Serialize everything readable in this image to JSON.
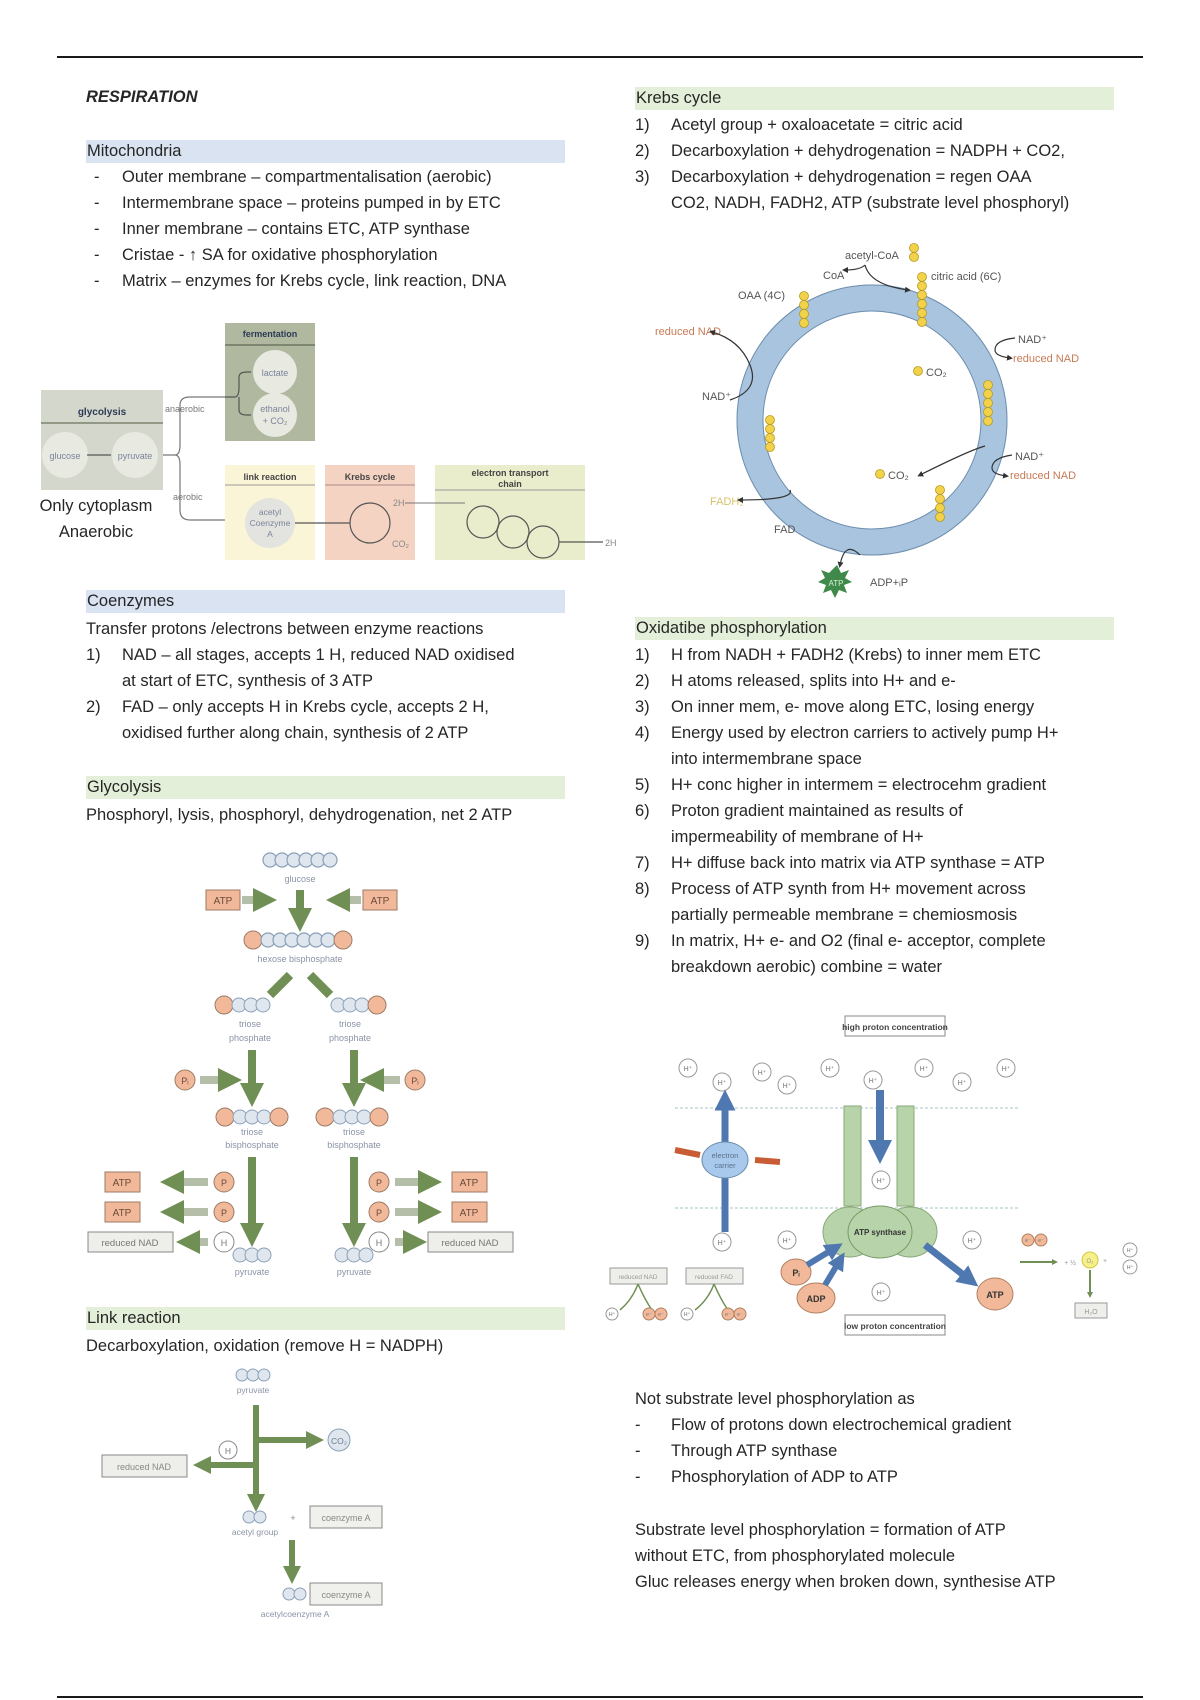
{
  "page": {
    "title": "RESPIRATION"
  },
  "mitochondria": {
    "heading": "Mitochondria",
    "items": [
      "Outer membrane – compartmentalisation (aerobic)",
      "Intermembrane space – proteins pumped in by ETC",
      "Inner membrane – contains ETC, ATP synthase",
      "Cristae - ↑ SA for oxidative phosphorylation",
      "Matrix – enzymes for Krebs cycle, link reaction, DNA"
    ],
    "bullet": "-"
  },
  "overview_diagram": {
    "glycolysis": "glycolysis",
    "glucose": "glucose",
    "pyruvate": "pyruvate",
    "anaerobic": "anaerobic",
    "aerobic": "aerobic",
    "fermentation": "fermentation",
    "lactate": "lactate",
    "ethanol": "ethanol",
    "ethanol_co2": "+ CO₂",
    "link_reaction": "link reaction",
    "acetyl_1": "acetyl",
    "acetyl_2": "Coenzyme",
    "acetyl_3": "A",
    "krebs": "Krebs cycle",
    "two_h": "2H",
    "co2": "CO₂",
    "etc_1": "electron transport",
    "etc_2": "chain",
    "two_h_out": "2H",
    "note_1": "Only cytoplasm",
    "note_2": "Anaerobic"
  },
  "coenzymes": {
    "heading": "Coenzymes",
    "intro": "Transfer protons /electrons between enzyme reactions",
    "items": [
      {
        "marker": "1)",
        "lines": [
          "NAD – all stages, accepts 1 H, reduced NAD oxidised",
          "at start of ETC, synthesis of 3 ATP"
        ]
      },
      {
        "marker": "2)",
        "lines": [
          "FAD – only accepts H in Krebs cycle, accepts 2 H,",
          "oxidised further along chain, synthesis of 2 ATP"
        ]
      }
    ]
  },
  "glycolysis": {
    "heading": "Glycolysis",
    "text": "Phosphoryl, lysis, phosphoryl, dehydrogenation, net 2 ATP",
    "diagram": {
      "glucose": "glucose",
      "atp": "ATP",
      "hexose": "hexose bisphosphate",
      "p": "P",
      "pi": "Pᵢ",
      "h": "H",
      "triose_1": "triose",
      "triose_phosphate": "phosphate",
      "triose_bis": "bisphosphate",
      "reduced_nad": "reduced NAD",
      "pyruvate": "pyruvate"
    }
  },
  "link_reaction": {
    "heading": "Link reaction",
    "text": "Decarboxylation, oxidation (remove H = NADPH)",
    "diagram": {
      "pyruvate": "pyruvate",
      "co2": "CO₂",
      "h": "H",
      "reduced_nad": "reduced NAD",
      "acetyl_group": "acetyl group",
      "plus": "+",
      "coenzyme_a": "coenzyme A",
      "acetylcoenzyme": "acetylcoenzyme A"
    }
  },
  "krebs": {
    "heading": "Krebs cycle",
    "items": [
      {
        "marker": "1)",
        "lines": [
          "Acetyl group + oxaloacetate = citric acid"
        ]
      },
      {
        "marker": "2)",
        "lines": [
          "Decarboxylation + dehydrogenation = NADPH + CO2,"
        ]
      },
      {
        "marker": "3)",
        "lines": [
          "Decarboxylation + dehydrogenation = regen OAA",
          "CO2, NADH, FADH2, ATP (substrate level phosphoryl)"
        ]
      }
    ],
    "diagram": {
      "acetyl_coa": "acetyl-CoA",
      "coa": "CoA",
      "citric": "citric acid (6C)",
      "oaa": "OAA (4C)",
      "reduced_nad": "reduced NAD",
      "nad_plus": "NAD⁺",
      "co2": "CO₂",
      "fadh2": "FADH₂",
      "fad": "FAD",
      "atp": "ATP",
      "adp": "ADP+ᵢP"
    }
  },
  "oxphos": {
    "heading": "Oxidatibe phosphorylation",
    "items": [
      {
        "marker": "1)",
        "lines": [
          "H from NADH + FADH2 (Krebs) to inner mem ETC"
        ]
      },
      {
        "marker": "2)",
        "lines": [
          "H atoms released, splits into H+ and e-"
        ]
      },
      {
        "marker": "3)",
        "lines": [
          "On inner mem, e- move along ETC, losing energy"
        ]
      },
      {
        "marker": "4)",
        "lines": [
          "Energy used by electron carriers to actively pump H+",
          "into intermembrane space"
        ]
      },
      {
        "marker": "5)",
        "lines": [
          "H+ conc higher in intermem = electrocehm gradient"
        ]
      },
      {
        "marker": "6)",
        "lines": [
          "Proton gradient maintained as results of",
          "impermeability of membrane of H+"
        ]
      },
      {
        "marker": "7)",
        "lines": [
          "H+ diffuse back into matrix via ATP synthase = ATP"
        ]
      },
      {
        "marker": "8)",
        "lines": [
          "Process of ATP synth from H+ movement across",
          "partially permeable membrane = chemiosmosis"
        ]
      },
      {
        "marker": "9)",
        "lines": [
          "In matrix, H+ e- and O2 (final e- acceptor, complete",
          "breakdown aerobic) combine = water"
        ]
      }
    ],
    "diagram": {
      "high": "high proton concentration",
      "low": "low proton concentration",
      "hplus": "H⁺",
      "carrier_1": "electron",
      "carrier_2": "carrier",
      "synthase": "ATP synthase",
      "pi": "Pᵢ",
      "adp": "ADP",
      "atp": "ATP",
      "reduced_nad": "reduced NAD",
      "reduced_fad": "reduced FAD",
      "eminus": "e⁻",
      "half": "+ ½",
      "o2": "O₂",
      "plus": "+",
      "h2o": "H₂O"
    }
  },
  "notes": {
    "intro": "Not substrate level phosphorylation as",
    "items": [
      "Flow of protons down electrochemical gradient",
      "Through ATP synthase",
      "Phosphorylation of ADP to ATP"
    ],
    "bullet": "-",
    "para": [
      "Substrate level phosphorylation = formation of ATP",
      "without ETC, from phosphorylated molecule",
      "Gluc releases energy when broken down, synthesise ATP"
    ]
  }
}
